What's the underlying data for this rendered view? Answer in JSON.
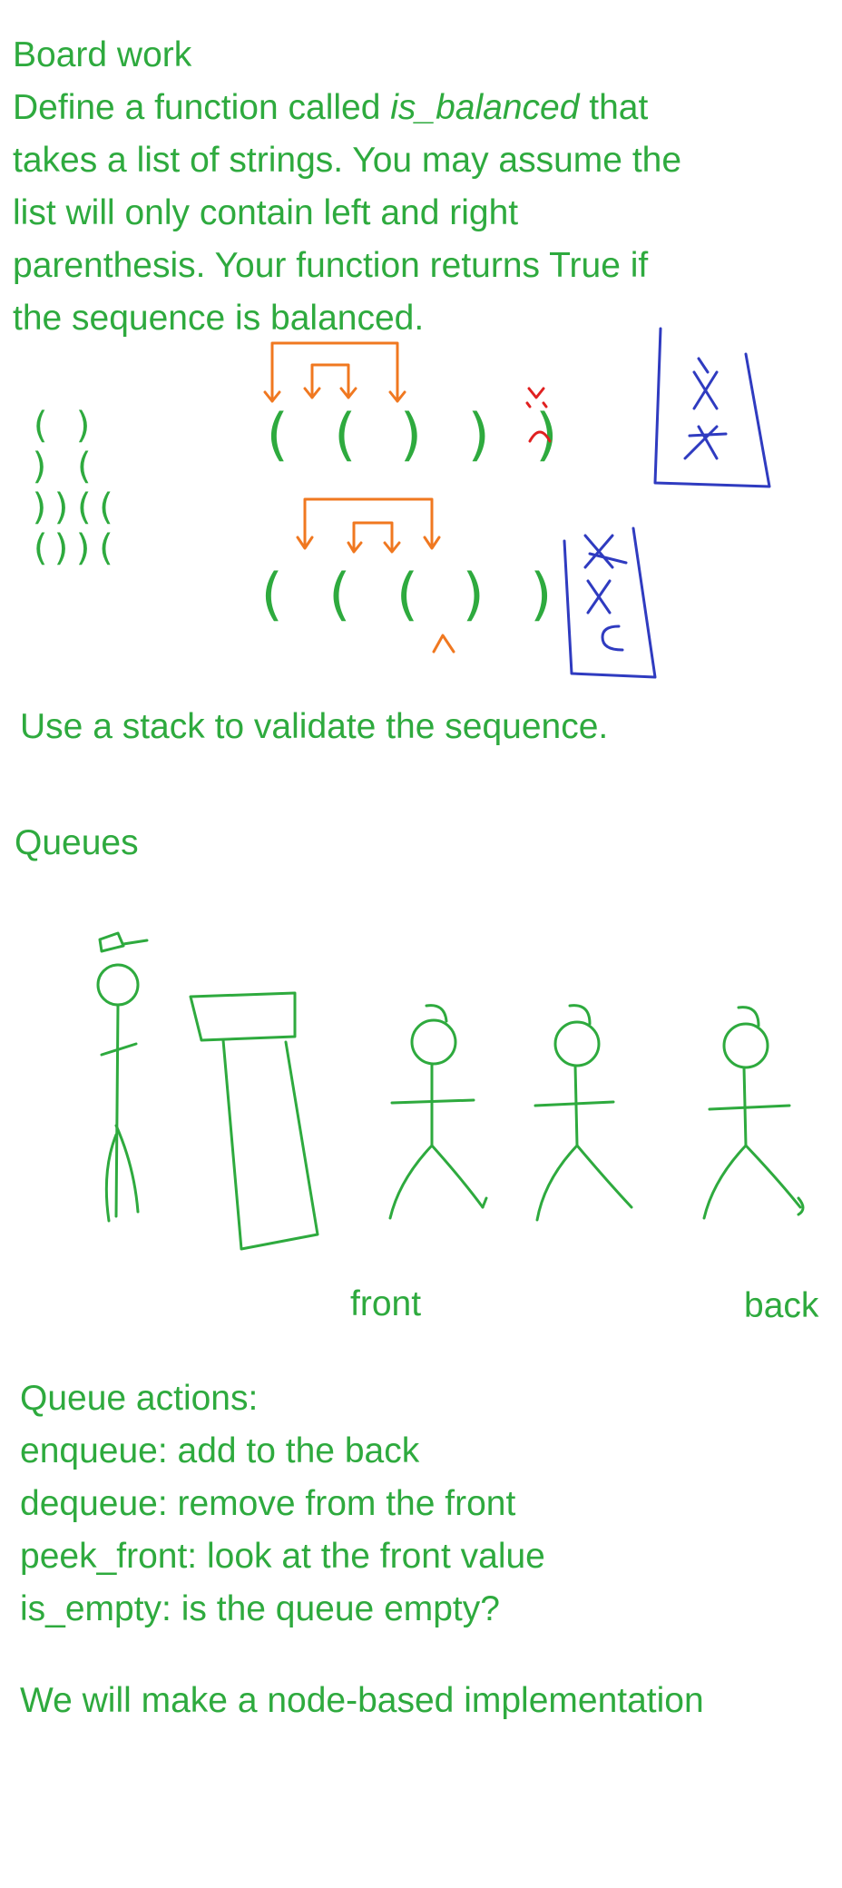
{
  "colors": {
    "green": "#2eaa3e",
    "orange": "#f07820",
    "blue": "#2f3bc0",
    "red": "#e02020"
  },
  "intro": {
    "heading": "Board work",
    "l1_pre": "Define a function called ",
    "l1_func": "is_balanced",
    "l1_post": " that",
    "l2": "takes a list of strings. You may assume the",
    "l3": "list will only contain left and right",
    "l4": "parenthesis. Your function returns True if",
    "l5": "the sequence is balanced."
  },
  "examples": {
    "left_column": [
      "(  )",
      ")   (",
      "))((",
      "())("
    ],
    "seq_top": "(  (  )  )  )",
    "seq_bottom": "(  (  (  )  )"
  },
  "stack_note": "Use a stack to validate the sequence.",
  "queues_heading": "Queues",
  "queue_labels": {
    "front": "front",
    "back": "back"
  },
  "queue_actions": {
    "title": "Queue actions:",
    "items": [
      "enqueue: add to the back",
      "dequeue: remove from the front",
      "peek_front: look at the front value",
      "is_empty: is the queue empty?"
    ]
  },
  "implementation_note": "We will make a node-based implementation"
}
